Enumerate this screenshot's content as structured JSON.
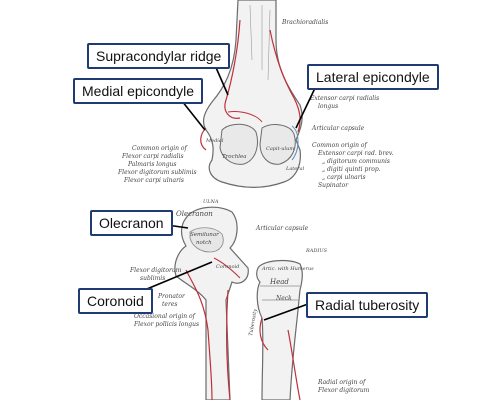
{
  "callouts": {
    "supracondylar_ridge": "Supracondylar ridge",
    "medial_epicondyle": "Medial epicondyle",
    "lateral_epicondyle": "Lateral epicondyle",
    "olecranon": "Olecranon",
    "coronoid": "Coronoid",
    "radial_tuberosity": "Radial tuberosity"
  },
  "small_labels": {
    "brachioradialis": "Brachioradialis",
    "ecrl_1": "Extensor carpi radialis",
    "ecrl_2": "longus",
    "articular_capsule_top": "Articular capsule",
    "common_origin_ext_1": "Common origin of",
    "common_origin_ext_2": "Extensor carpi rad. brev.",
    "common_origin_ext_3": "„ digitorum communis",
    "common_origin_ext_4": "„ digiti quinti prop.",
    "common_origin_ext_5": "„ carpi ulnaris",
    "supinator": "Supinator",
    "common_origin_flex_1": "Common origin of",
    "common_origin_flex_2": "Flexor carpi radialis",
    "common_origin_flex_3": "Palmaris longus",
    "common_origin_flex_4": "Flexor digitorum sublimis",
    "common_origin_flex_5": "Flexor carpi ulnaris",
    "ulna": "ULNA",
    "olecranon_bone": "Olecranon",
    "semilunar_1": "Semilunar",
    "semilunar_2": "notch",
    "articular_capsule_mid": "Articular capsule",
    "radius": "RADIUS",
    "artic_humerus": "Artic. with Humerus",
    "head": "Head",
    "neck": "Neck",
    "fds_1": "Flexor digitorum",
    "fds_2": "sublimis",
    "pronator_1": "Pronator",
    "pronator_2": "teres",
    "fpl_1": "Occasional origin of",
    "fpl_2": "Flexor pollicis longus",
    "radial_origin_1": "Radial origin of",
    "radial_origin_2": "Flexor digitorum",
    "trochlea": "Trochlea",
    "capitulum": "Capit-ulum",
    "lateral_bone": "Lateral",
    "medial_bone": "Medial",
    "tuberosity": "Tuberosity",
    "coronoid_bone": "Coronoid"
  },
  "colors": {
    "callout_border": "#1f3b73",
    "bone_fill": "#f2f2f2",
    "bone_stroke": "#6b6b6b",
    "muscle_line": "#c0303a",
    "leader": "#000000"
  }
}
